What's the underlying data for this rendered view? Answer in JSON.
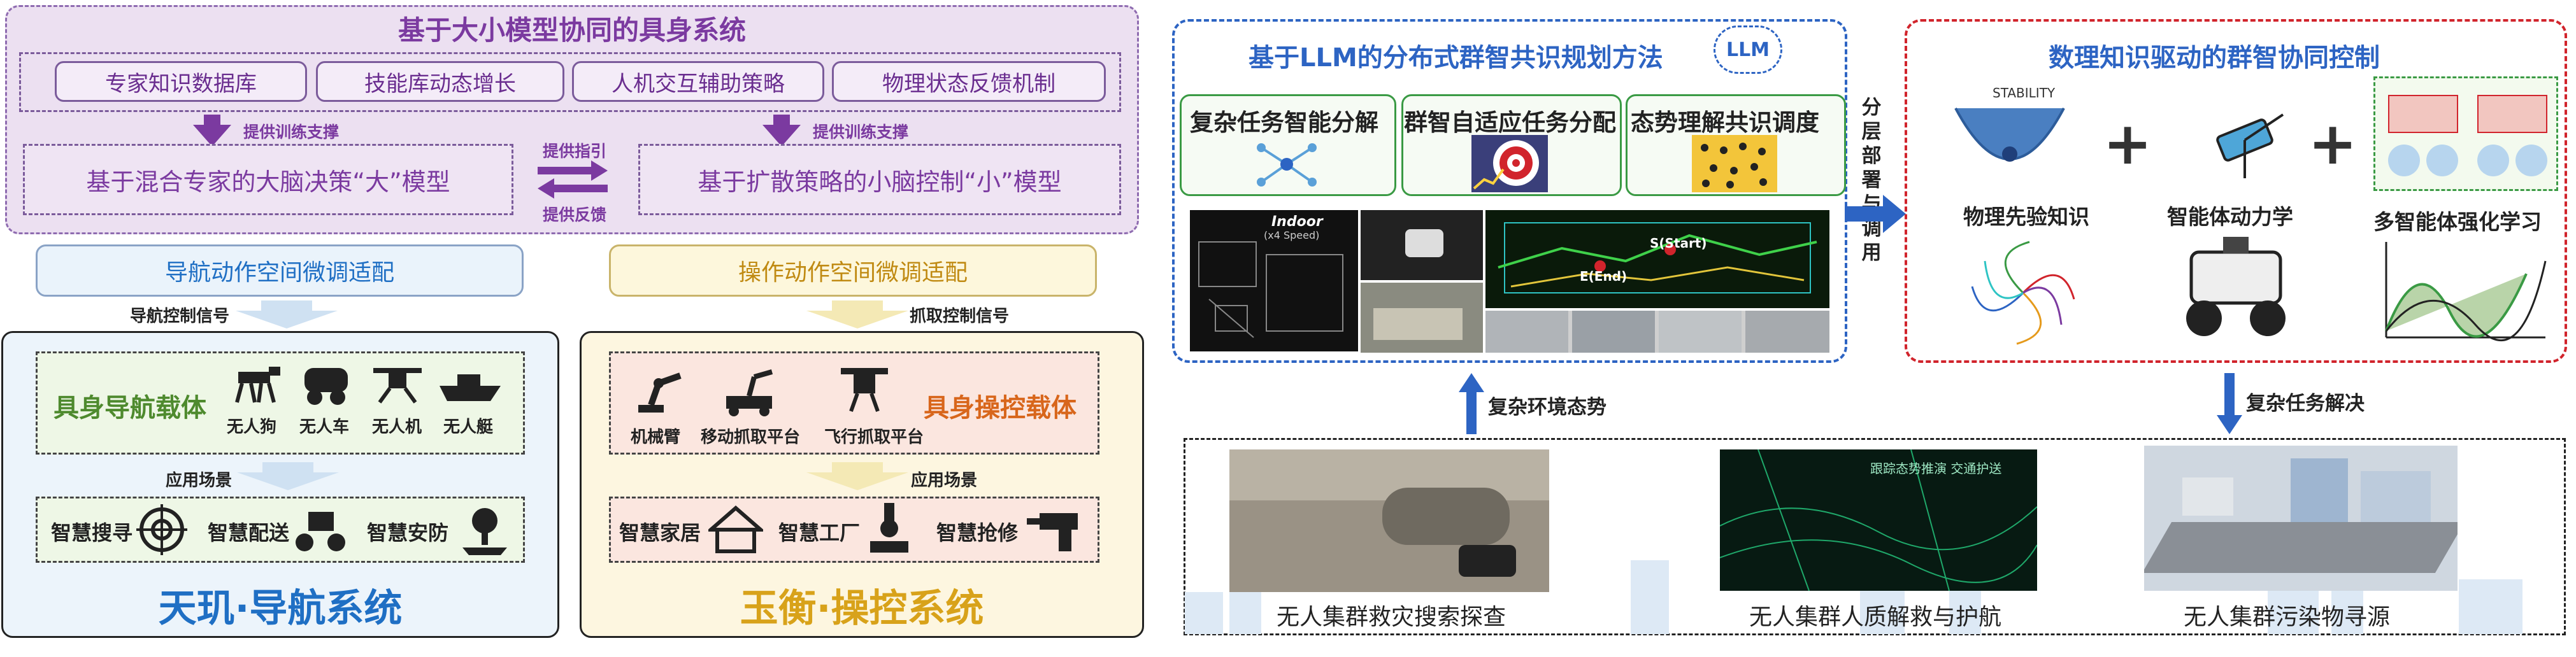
{
  "top": {
    "title": "基于大小模型协同的具身系统",
    "modules": [
      "专家知识数据库",
      "技能库动态增长",
      "人机交互辅助策略",
      "物理状态反馈机制"
    ],
    "train_support_left": "提供训练支撑",
    "train_support_right": "提供训练支撑",
    "big_model": "基于混合专家的大脑决策“大”模型",
    "small_model": "基于扩散策略的小脑控制“小”模型",
    "provide_guidance": "提供指引",
    "provide_feedback": "提供反馈"
  },
  "nav": {
    "header": "导航动作空间微调适配",
    "signal": "导航控制信号",
    "carrier_label": "具身导航载体",
    "carriers": [
      "无人狗",
      "无人车",
      "无人机",
      "无人艇"
    ],
    "scenario_label": "应用场景",
    "scenarios": [
      "智慧搜寻",
      "智慧配送",
      "智慧安防"
    ],
    "system_title": "天玑·导航系统"
  },
  "manip": {
    "header": "操作动作空间微调适配",
    "signal": "抓取控制信号",
    "carrier_label": "具身操控载体",
    "carriers": [
      "机械臂",
      "移动抓取平台",
      "飞行抓取平台"
    ],
    "scenario_label": "应用场景",
    "scenarios": [
      "智慧家居",
      "智慧工厂",
      "智慧抢修"
    ],
    "system_title": "玉衡·操控系统"
  },
  "llm": {
    "title": "基于LLM的分布式群智共识规划方法",
    "logo_text": "LLM",
    "methods": [
      "复杂任务智能分解",
      "群智自适应任务分配",
      "态势理解共识调度"
    ],
    "photo_text_indoor": "Indoor",
    "photo_text_indoor_sub": "(x4 Speed)",
    "photo_text_start": "S(Start)",
    "photo_text_end": "E(End)"
  },
  "layered": {
    "label": "分层部署与调用"
  },
  "dt": {
    "title": "数理知识驱动的群智协同控制",
    "items": [
      "物理先验知识",
      "智能体动力学",
      "多智能体强化学习"
    ],
    "stability": "STABILITY",
    "plus": "+"
  },
  "arrows": {
    "complex_env": "复杂环境态势",
    "complex_task": "复杂任务解决"
  },
  "scenes": {
    "captions": [
      "无人集群救灾搜索探查",
      "无人集群人质解救与护航",
      "无人集群污染物寻源"
    ],
    "photo2_text": "跟踪态势推演  交通护送"
  },
  "colors": {
    "purple": "#7b3aa0",
    "blue": "#1f6fc4",
    "gold": "#d8a21a",
    "green": "#4e8a2e",
    "orange": "#d8661b",
    "red": "#d1242c"
  }
}
